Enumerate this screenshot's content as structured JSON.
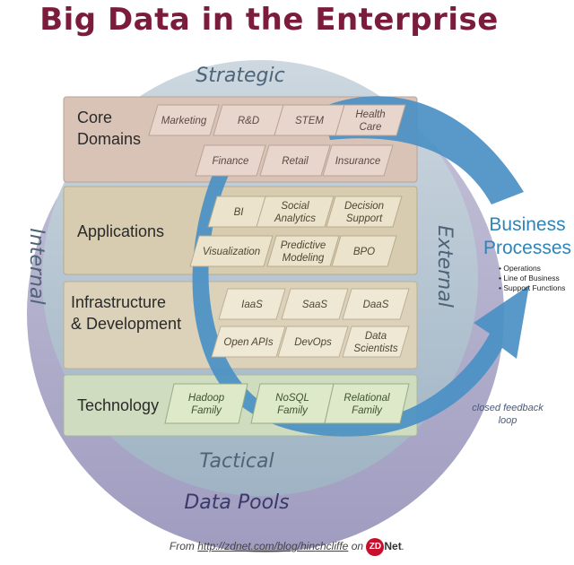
{
  "title": "Big Data in the Enterprise",
  "ring_labels": {
    "strategic": "Strategic",
    "tactical": "Tactical",
    "internal": "Internal",
    "external": "External",
    "data_pools": "Data Pools"
  },
  "layers": {
    "core_domains": {
      "label": [
        "Core",
        "Domains"
      ],
      "items": [
        [
          "Marketing"
        ],
        [
          "R&D"
        ],
        [
          "STEM"
        ],
        [
          "Health",
          "Care"
        ],
        [
          "Finance"
        ],
        [
          "Retail"
        ],
        [
          "Insurance"
        ]
      ]
    },
    "applications": {
      "label": [
        "Applications"
      ],
      "items": [
        [
          "BI"
        ],
        [
          "Social",
          "Analytics"
        ],
        [
          "Decision",
          "Support"
        ],
        [
          "Visualization"
        ],
        [
          "Predictive",
          "Modeling"
        ],
        [
          "BPO"
        ]
      ]
    },
    "infrastructure": {
      "label": [
        "Infrastructure",
        "& Development"
      ],
      "items": [
        [
          "IaaS"
        ],
        [
          "SaaS"
        ],
        [
          "DaaS"
        ],
        [
          "Open APIs"
        ],
        [
          "DevOps"
        ],
        [
          "Data",
          "Scientists"
        ]
      ]
    },
    "technology": {
      "label": [
        "Technology"
      ],
      "items": [
        [
          "Hadoop",
          "Family"
        ],
        [
          "NoSQL",
          "Family"
        ],
        [
          "Relational",
          "Family"
        ]
      ]
    }
  },
  "business_processes": {
    "title": [
      "Business",
      "Processes"
    ],
    "items": [
      "Operations",
      "Line of Business",
      "Support Functions"
    ]
  },
  "feedback_label": [
    "closed feedback",
    "loop"
  ],
  "footer": {
    "from": "From",
    "url": "http://zdnet.com/blog/hinchcliffe",
    "on": "on",
    "logo_zd": "ZD",
    "logo_net": "Net",
    "suffix": "."
  },
  "colors": {
    "title": "#7b1c3c",
    "arrow": "#4a90c4",
    "business": "#2f84b8",
    "core_band": "#d9c3b6",
    "app_band": "#d8ccb0",
    "infra_band": "#dcd2ba",
    "tech_band": "#cfdcc0",
    "outer_circle": "#a9a7c4",
    "inner_circle": "#b3c3cf"
  }
}
